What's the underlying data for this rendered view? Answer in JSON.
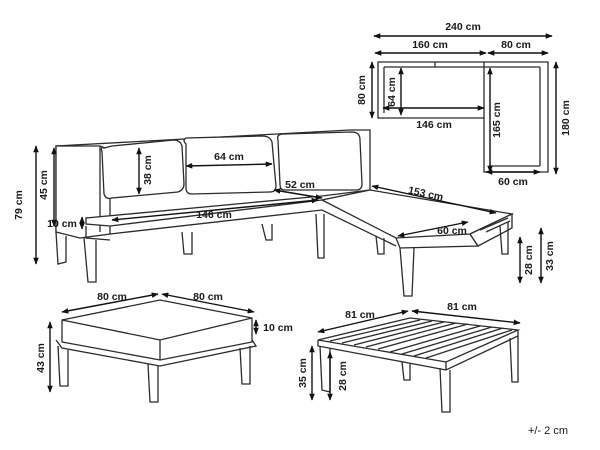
{
  "dimensions": {
    "plan_total_width": "240 cm",
    "plan_sofa_width": "160 cm",
    "plan_chaise_width": "80 cm",
    "plan_depth": "80 cm",
    "plan_back_depth": "64 cm",
    "plan_seat_width": "146 cm",
    "plan_chaise_seat_length": "165 cm",
    "plan_total_length": "180 cm",
    "plan_chaise_seat_width": "60 cm",
    "sofa_cushion_height": "38 cm",
    "sofa_cushion_width": "64 cm",
    "sofa_corner_width": "52 cm",
    "chaise_length": "153 cm",
    "sofa_total_height": "79 cm",
    "sofa_back_height": "45 cm",
    "sofa_seat_cushion_thickness": "10 cm",
    "sofa_seat_width": "146 cm",
    "chaise_seat_width": "60 cm",
    "chaise_leg_height": "28 cm",
    "chaise_seat_height": "33 cm",
    "ottoman_width": "80 cm",
    "ottoman_depth": "80 cm",
    "ottoman_cushion_thickness": "10 cm",
    "ottoman_height": "43 cm",
    "table_width": "81 cm",
    "table_depth": "81 cm",
    "table_height": "35 cm",
    "table_leg_height": "28 cm"
  },
  "tolerance": "+/- 2 cm"
}
